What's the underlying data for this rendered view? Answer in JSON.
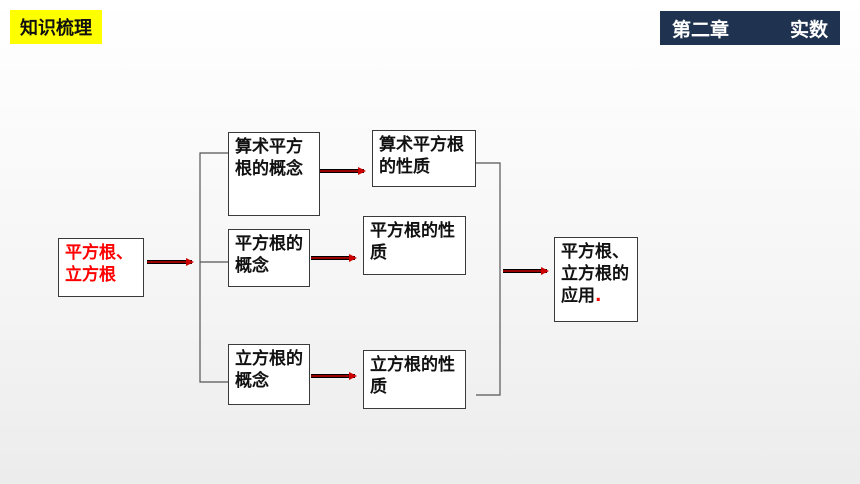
{
  "header": {
    "badge": "知识梳理",
    "chapter": "第二章",
    "chapter_title": "实数"
  },
  "nodes": {
    "root": "平方根、立方根",
    "arith_concept": "算术平方根的概念",
    "arith_property": "算术平方根的性质",
    "sqrt_concept": "平方根的概念",
    "sqrt_property": "平方根的性质",
    "cbrt_concept": "立方根的概念",
    "cbrt_property": "立方根的性质",
    "application": "平方根、立方根的应用",
    "application_dot": "."
  }
}
